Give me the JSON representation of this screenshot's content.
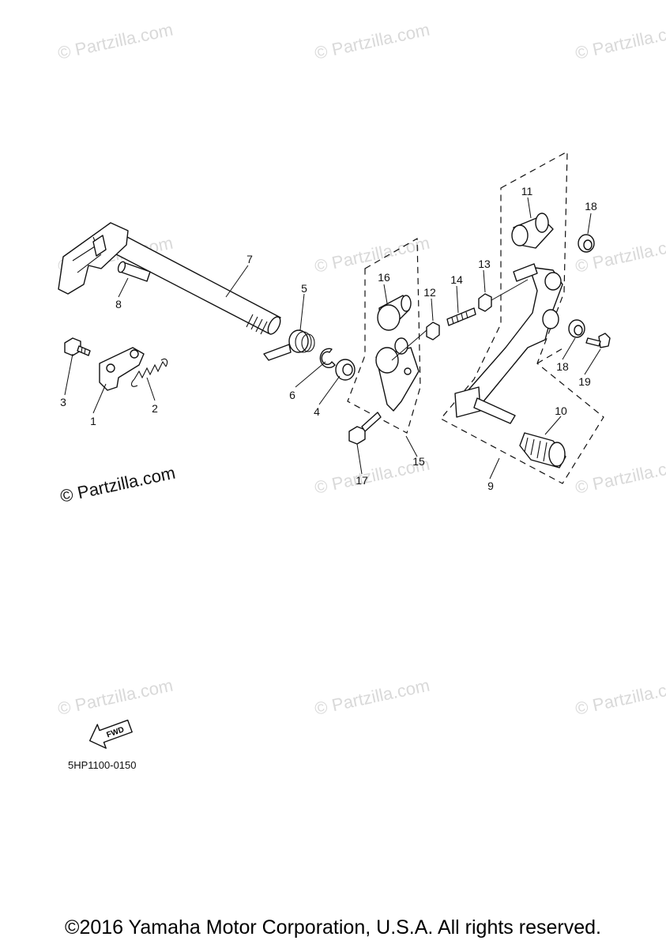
{
  "watermark": "© Partzilla.com",
  "diagram_code": "5HP1100-0150",
  "fwd_label": "FWD",
  "footer": "©2016 Yamaha Motor Corporation, U.S.A. All rights reserved.",
  "callouts": [
    "1",
    "2",
    "3",
    "4",
    "5",
    "6",
    "7",
    "8",
    "9",
    "10",
    "11",
    "12",
    "13",
    "14",
    "15",
    "16",
    "17",
    "18",
    "18",
    "19"
  ]
}
